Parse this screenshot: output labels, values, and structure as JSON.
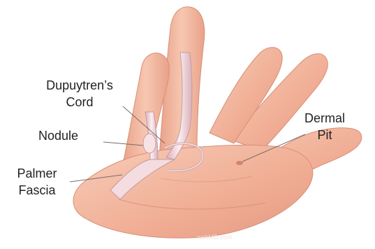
{
  "labels": {
    "cord_line1": "Dupuytren’s",
    "cord_line2": "Cord",
    "nodule": "Nodule",
    "palmer_line1": "Palmer",
    "palmer_line2": "Fascia",
    "dermal_line1": "Dermal",
    "dermal_line2": "Pit"
  },
  "watermark": "webMD.com",
  "colors": {
    "skin": "#f2b39b",
    "skin_light": "#f8d2bf",
    "skin_shadow": "#d98f78",
    "cord": "#f4dce0",
    "cord_edge": "#c79aa3",
    "leader": "#7a6a66",
    "text": "#222222"
  }
}
